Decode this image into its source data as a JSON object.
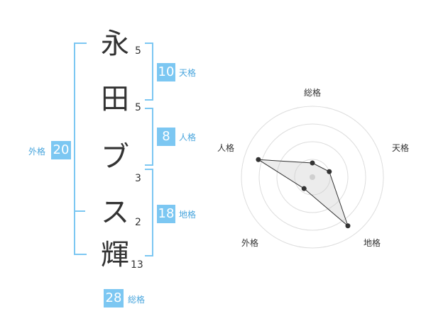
{
  "name": {
    "characters": [
      {
        "char": "永",
        "strokes": "5"
      },
      {
        "char": "田",
        "strokes": "5"
      },
      {
        "char": "ブ",
        "strokes": "3"
      },
      {
        "char": "ス",
        "strokes": "2"
      },
      {
        "char": "輝",
        "strokes": "13"
      }
    ]
  },
  "fortune": {
    "tenkaku": {
      "value": "10",
      "label": "天格"
    },
    "jinkaku": {
      "value": "8",
      "label": "人格"
    },
    "chikaku": {
      "value": "18",
      "label": "地格"
    },
    "gaikaku": {
      "value": "20",
      "label": "外格"
    },
    "soukaku": {
      "value": "28",
      "label": "総格"
    }
  },
  "radar": {
    "axes": [
      "総格",
      "天格",
      "地格",
      "外格",
      "人格"
    ],
    "levels": 4,
    "values": [
      0.2,
      0.25,
      0.85,
      0.2,
      0.8
    ]
  },
  "colors": {
    "accent": "#7cc7f2",
    "accent_text": "#4aa6dd",
    "text": "#333333",
    "grid": "#dddddd",
    "fill": "#eeeeee"
  }
}
